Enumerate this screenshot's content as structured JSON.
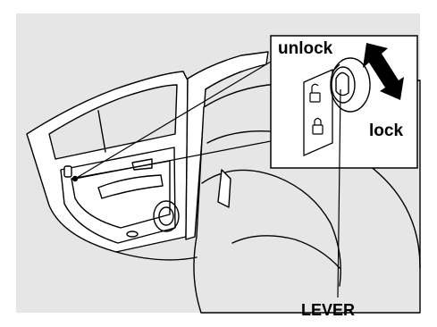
{
  "labels": {
    "unlock": "unlock",
    "lock": "lock",
    "lever": "LEVER"
  },
  "colors": {
    "background": "#e6e6e6",
    "line": "#000000",
    "highlight": "#ffffff"
  },
  "icons": {
    "lock_arrow": "double-arrow-icon",
    "unlock_symbol": "open-padlock-icon",
    "lock_symbol": "closed-padlock-icon"
  }
}
